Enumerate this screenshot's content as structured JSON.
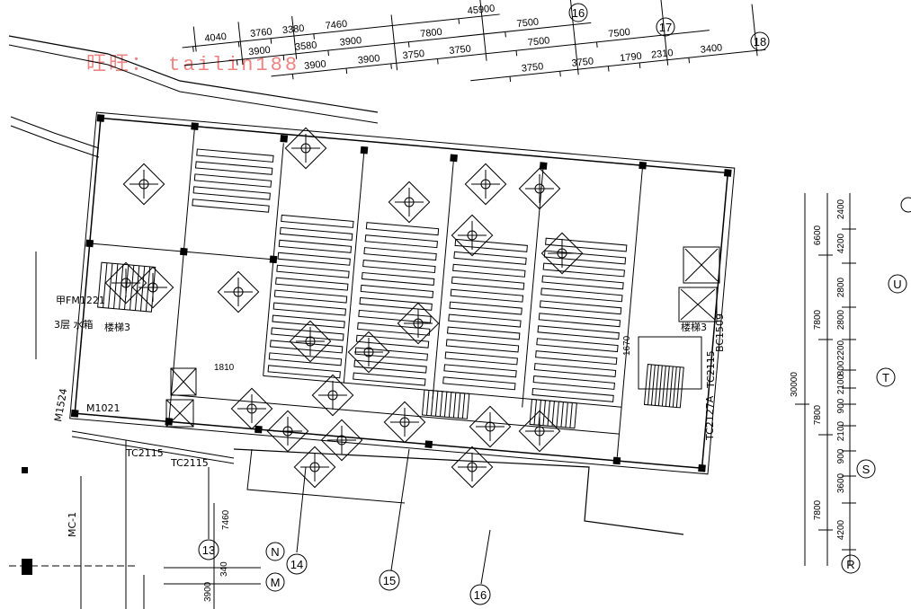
{
  "watermark": "旺旺： tailin188",
  "top_dimensions": {
    "row1": [
      "4040",
      "3760",
      "3380",
      "7460",
      "45900"
    ],
    "row2": [
      "3900",
      "3580",
      "3900",
      "7800",
      "7500"
    ],
    "row3": [
      "3900",
      "3900",
      "3750",
      "3750",
      "7500",
      "7500"
    ],
    "row4": [
      "3750",
      "3750",
      "1790",
      "2310",
      "3400"
    ]
  },
  "right_dimensions": {
    "col1": [
      "2400",
      "4200",
      "2800",
      "2800",
      "2200",
      "800",
      "2100",
      "900",
      "2100",
      "900",
      "3600",
      "4200"
    ],
    "col2": [
      "6600",
      "7800",
      "7800",
      "7800"
    ],
    "col3": [
      "30000"
    ]
  },
  "bottom_dimensions": [
    "7460",
    "340",
    "3900"
  ],
  "axes": {
    "top": [
      "16",
      "17",
      "18"
    ],
    "right": [
      "U",
      "T",
      "S",
      "R"
    ],
    "bottom": [
      "13",
      "14",
      "15",
      "16"
    ],
    "left_bottom": [
      "N",
      "M"
    ]
  },
  "labels": {
    "fm": "甲FM1221",
    "stair_left": "楼梯3",
    "stair_right": "楼梯3",
    "floor_note": "3层\n水箱",
    "m1524": "M1524",
    "m1021": "M1021",
    "tc2115_a": "TC2115",
    "tc2115_b": "TC2115",
    "tc2115_c": "TC2115",
    "bc1509": "BC1509",
    "tc2127a": "TC2127A",
    "mc1": "MC-1",
    "dim_1670": "1670",
    "dim_1810": "1810"
  }
}
